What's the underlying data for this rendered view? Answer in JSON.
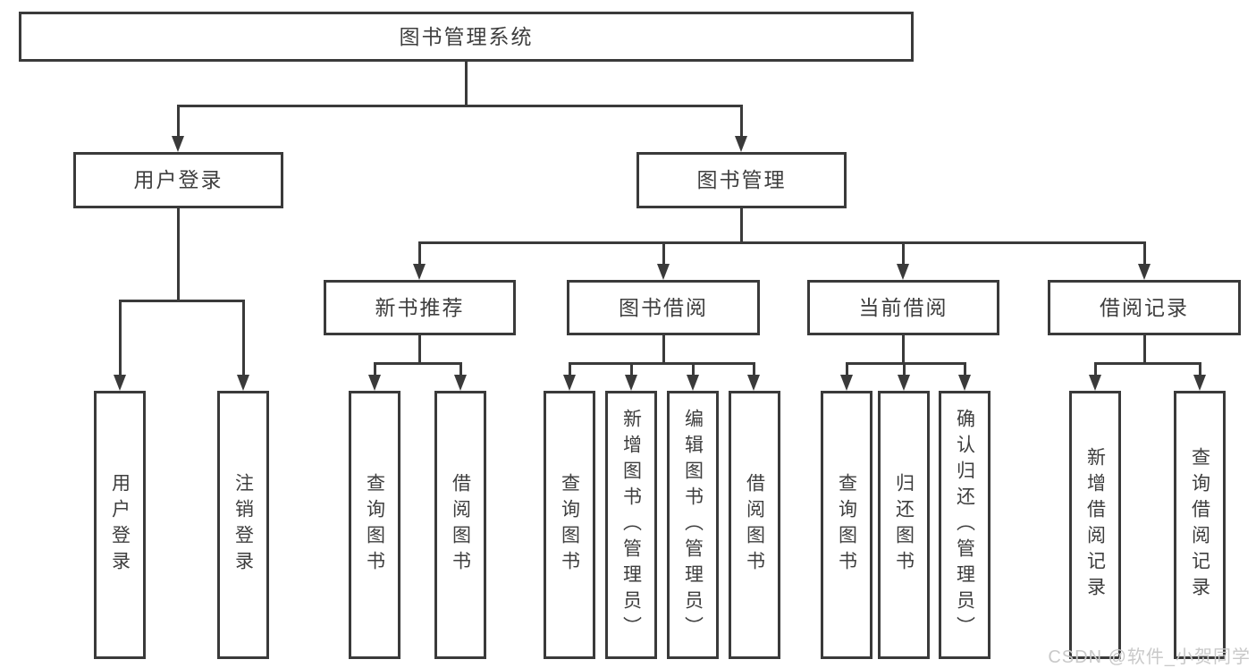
{
  "title": "图书管理系统",
  "watermark": "CSDN @软件_小贺同学",
  "colors": {
    "line": "#3a3a3a",
    "text": "#3e3e3e",
    "background": "#ffffff",
    "watermark": "#c9c9c9"
  },
  "nodes": {
    "root": {
      "label": "图书管理系统"
    },
    "level2": [
      {
        "label": "用户登录"
      },
      {
        "label": "图书管理"
      }
    ],
    "level3": [
      {
        "label": "新书推荐",
        "parent": "图书管理"
      },
      {
        "label": "图书借阅",
        "parent": "图书管理"
      },
      {
        "label": "当前借阅",
        "parent": "图书管理"
      },
      {
        "label": "借阅记录",
        "parent": "图书管理"
      }
    ],
    "leaves": [
      {
        "group": "用户登录",
        "label": "用户登录"
      },
      {
        "group": "用户登录",
        "label": "注销登录"
      },
      {
        "group": "新书推荐",
        "label": "查询图书"
      },
      {
        "group": "新书推荐",
        "label": "借阅图书"
      },
      {
        "group": "图书借阅",
        "label": "查询图书"
      },
      {
        "group": "图书借阅",
        "label": "新增图书（管理员）"
      },
      {
        "group": "图书借阅",
        "label": "编辑图书（管理员）"
      },
      {
        "group": "图书借阅",
        "label": "借阅图书"
      },
      {
        "group": "当前借阅",
        "label": "查询图书"
      },
      {
        "group": "当前借阅",
        "label": "归还图书"
      },
      {
        "group": "当前借阅",
        "label": "确认归还（管理员）"
      },
      {
        "group": "借阅记录",
        "label": "新增借阅记录"
      },
      {
        "group": "借阅记录",
        "label": "查询借阅记录"
      }
    ]
  }
}
